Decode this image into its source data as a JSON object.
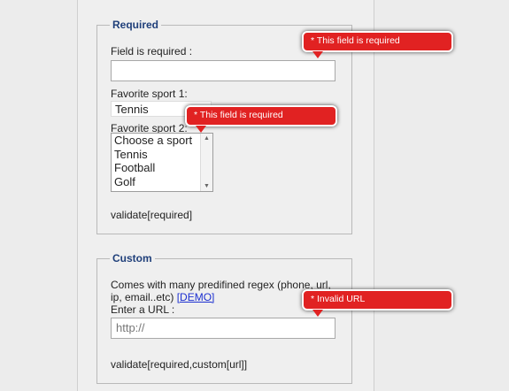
{
  "required_section": {
    "legend": "Required",
    "field_label": "Field is required :",
    "field_value": "",
    "sport1_label": "Favorite sport 1:",
    "sport1_value": "Tennis",
    "sport2_label": "Favorite sport 2:",
    "sport2_options": [
      "Choose a sport",
      "Tennis",
      "Football",
      "Golf"
    ],
    "validate_text": "validate[required]"
  },
  "custom_section": {
    "legend": "Custom",
    "description": "Comes with many predifined regex (phone, url, ip, email..etc)",
    "demo_link": "[DEMO]",
    "url_label": "Enter a URL :",
    "url_value": "http://",
    "validate_text": "validate[required,custom[url]]"
  },
  "tooltips": {
    "field_required": "* This field is required",
    "sport_required": "* This field is required",
    "invalid_url": "* Invalid URL"
  },
  "colors": {
    "tooltip_bg": "#e12222",
    "legend_text": "#1f3f7a",
    "link": "#1c2fd0"
  }
}
